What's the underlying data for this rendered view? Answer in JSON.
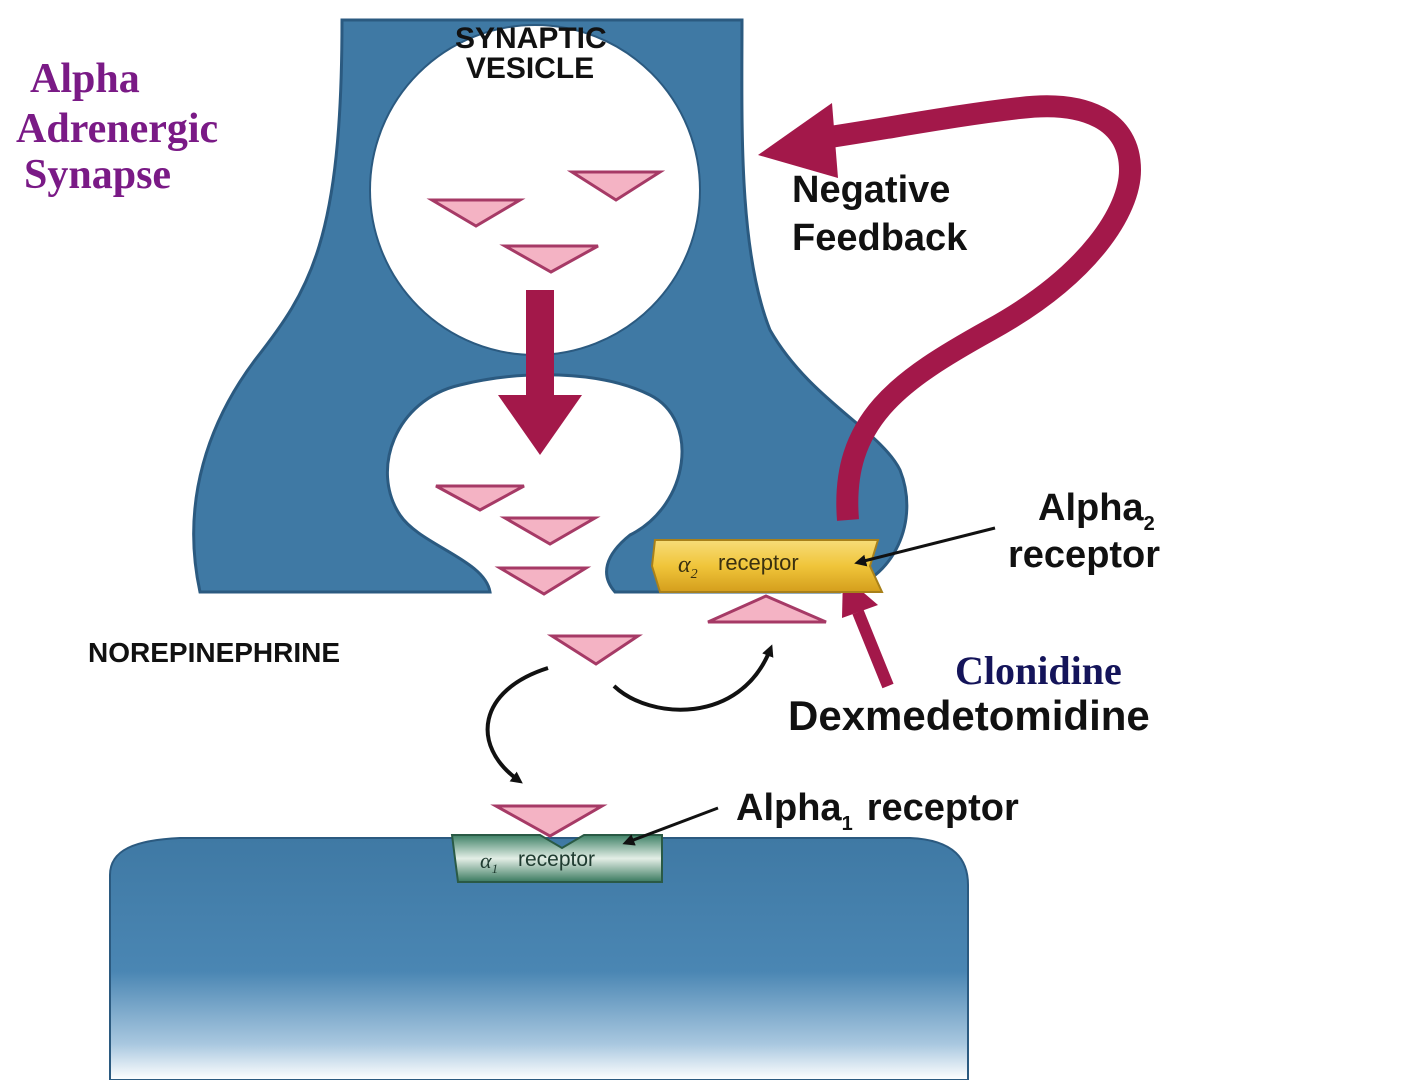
{
  "title": {
    "line1": "Alpha",
    "line2": "Adrenergic",
    "line3": "Synapse"
  },
  "vesicle": {
    "line1": "SYNAPTIC",
    "line2": "VESICLE"
  },
  "feedback": {
    "line1": "Negative",
    "line2": "Feedback"
  },
  "alpha2": {
    "line1_main": "Alpha",
    "line1_sub": "2",
    "line2": "receptor",
    "box_symbol": "α",
    "box_sub": "2",
    "box_word": "receptor"
  },
  "alpha1": {
    "main": "Alpha",
    "sub": "1",
    "word": "receptor",
    "box_symbol": "α",
    "box_sub": "1",
    "box_word": "receptor"
  },
  "norepinephrine": "NOREPINEPHRINE",
  "drugs": {
    "clonidine": "Clonidine",
    "dexmedetomidine": "Dexmedetomidine"
  },
  "colors": {
    "neuron": "#3f79a4",
    "neuron_stroke": "#2b5a80",
    "arrow": "#a3184a",
    "triangle_fill": "#f4b3c4",
    "triangle_stroke": "#a63a66",
    "alpha2_box": "#f0c53a",
    "alpha1_box": "#2f6b55",
    "title": "#7a1a86",
    "clonidine": "#14145a"
  }
}
